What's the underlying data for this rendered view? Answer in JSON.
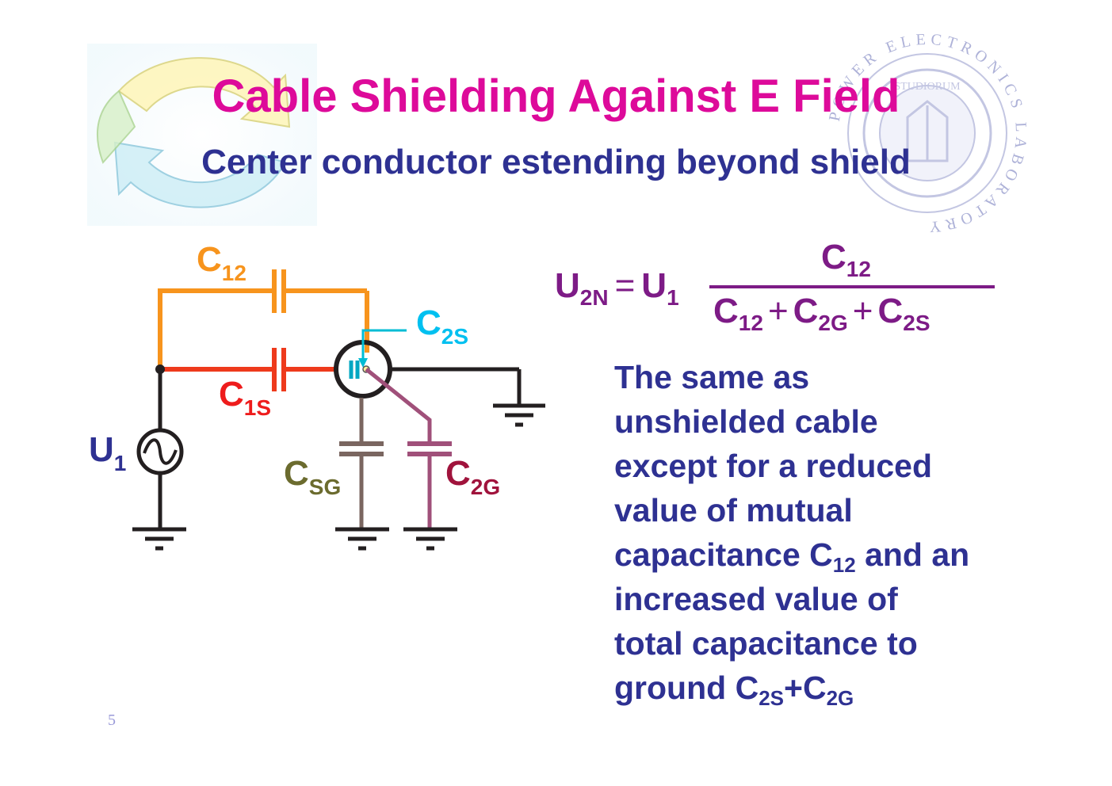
{
  "slide": {
    "title": "Cable Shielding Against E Field",
    "subtitle": "Center conductor estending beyond  shield",
    "page_number": "5"
  },
  "seal": {
    "ring_text": "POWER ELECTRONICS LABORATORY",
    "inner_text": "STUDIORUM"
  },
  "circuit": {
    "labels": {
      "c12": {
        "base": "C",
        "sub": "12",
        "color": "#f7941d"
      },
      "c1s": {
        "base": "C",
        "sub": "1S",
        "color": "#ee1c1c"
      },
      "c2s": {
        "base": "C",
        "sub": "2S",
        "color": "#00c0f0"
      },
      "csg": {
        "base": "C",
        "sub": "SG",
        "color": "#6b6b2e"
      },
      "c2g": {
        "base": "C",
        "sub": "2G",
        "color": "#a0133c"
      },
      "u1": {
        "base": "U",
        "sub": "1",
        "color": "#2e3192"
      }
    }
  },
  "formula": {
    "lhs_base": "U",
    "lhs_sub": "2N",
    "equals": "=",
    "factor_base": "U",
    "factor_sub": "1",
    "numerator_base": "C",
    "numerator_sub": "12",
    "den_t1_base": "C",
    "den_t1_sub": "12",
    "plus1": "+",
    "den_t2_base": "C",
    "den_t2_sub": "2G",
    "plus2": "+",
    "den_t3_base": "C",
    "den_t3_sub": "2S"
  },
  "description": {
    "line1": "The same as",
    "line2": "unshielded cable",
    "line3": "except for a reduced",
    "line4": "value of mutual",
    "line5_pre": "capacitance C",
    "line5_sub": "12",
    "line5_post": " and an",
    "line6": "increased value of",
    "line7": "total capacitance to",
    "line8_pre": "ground C",
    "line8_sub1": "2S",
    "line8_mid": "+C",
    "line8_sub2": "2G"
  },
  "colors": {
    "title": "#dd0a9a",
    "subtitle": "#2e3192",
    "formula": "#7d1b86",
    "c12_wire": "#f7941d",
    "c1s_wire": "#ee3a1c",
    "csg_wire": "#7a6660",
    "c2g_wire": "#a0507a",
    "c2s_lead": "#00bcd4"
  }
}
